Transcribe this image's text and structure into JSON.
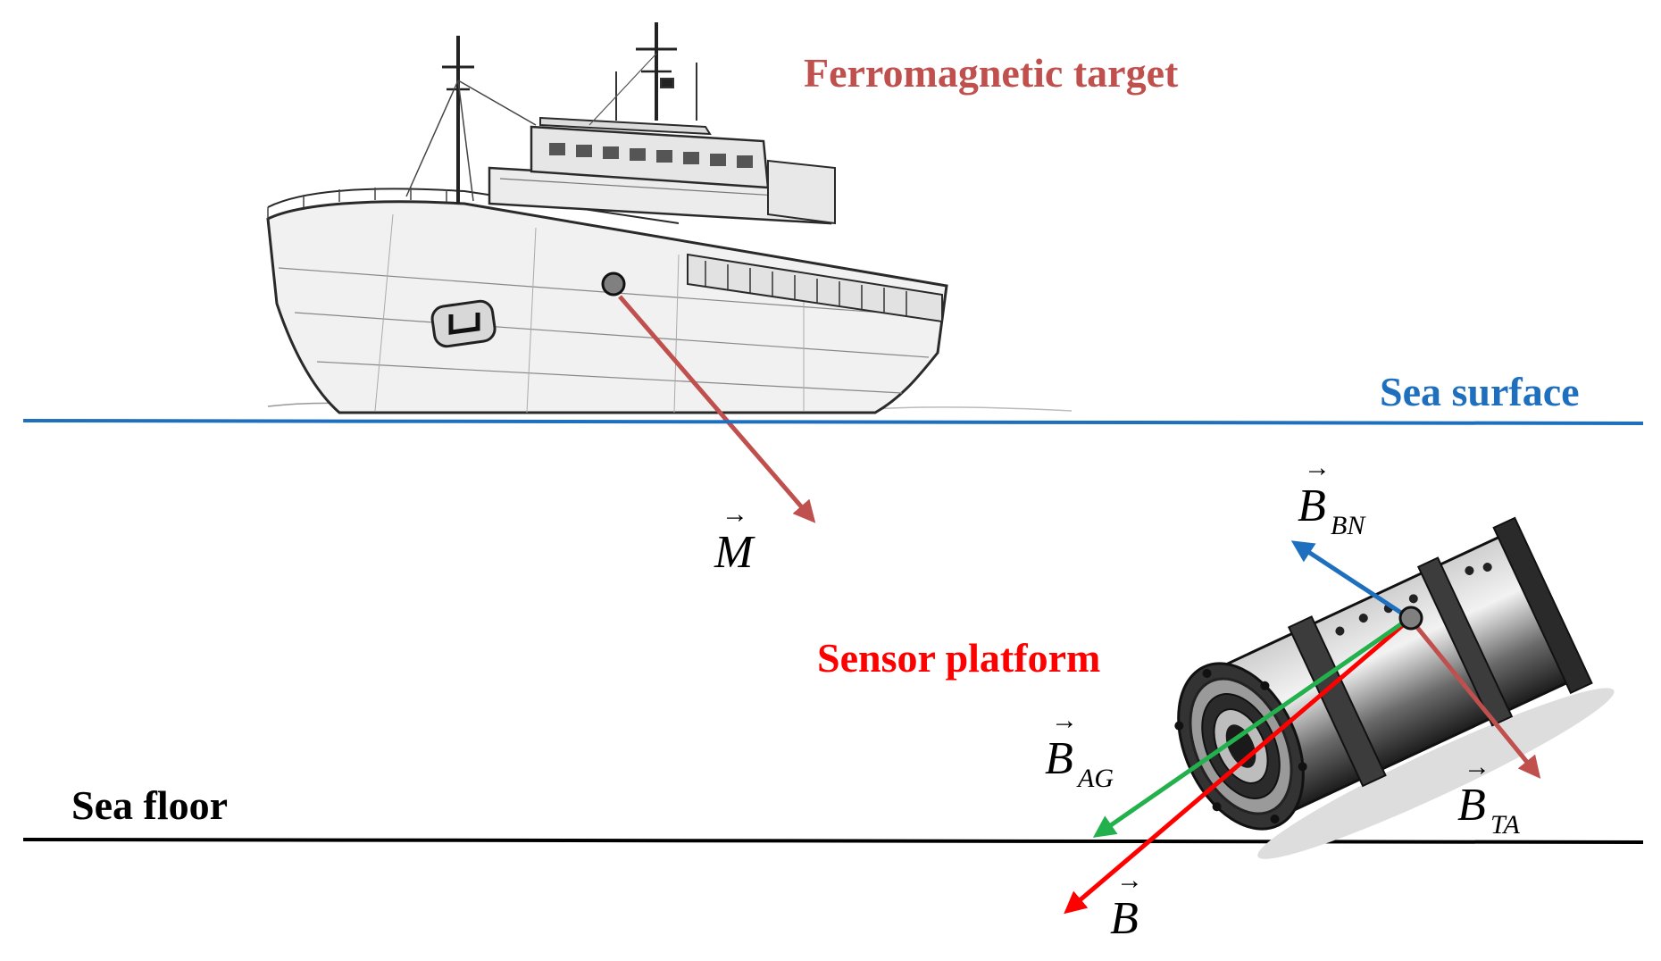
{
  "labels": {
    "target": "Ferromagnetic target",
    "sea_surface": "Sea surface",
    "sensor_platform": "Sensor platform",
    "sea_floor": "Sea floor"
  },
  "vectors": {
    "M": {
      "symbol": "M",
      "subscript": ""
    },
    "B": {
      "symbol": "B",
      "subscript": ""
    },
    "B_BN": {
      "symbol": "B",
      "subscript": "BN"
    },
    "B_AG": {
      "symbol": "B",
      "subscript": "AG"
    },
    "B_TA": {
      "symbol": "B",
      "subscript": "TA"
    }
  },
  "colors": {
    "target": "#c0504d",
    "sea_surface": "#1f6fbf",
    "sensor_platform": "#ff0000",
    "sea_floor": "#000000",
    "M_arrow": "#c0504d",
    "B_arrow": "#ff0000",
    "B_BN_arrow": "#1f6fbf",
    "B_AG_arrow": "#22b14c",
    "B_TA_arrow": "#c0504d"
  },
  "icons": {
    "ship": "ship-illustration",
    "sensor": "cylindrical-sensor-illustration"
  }
}
